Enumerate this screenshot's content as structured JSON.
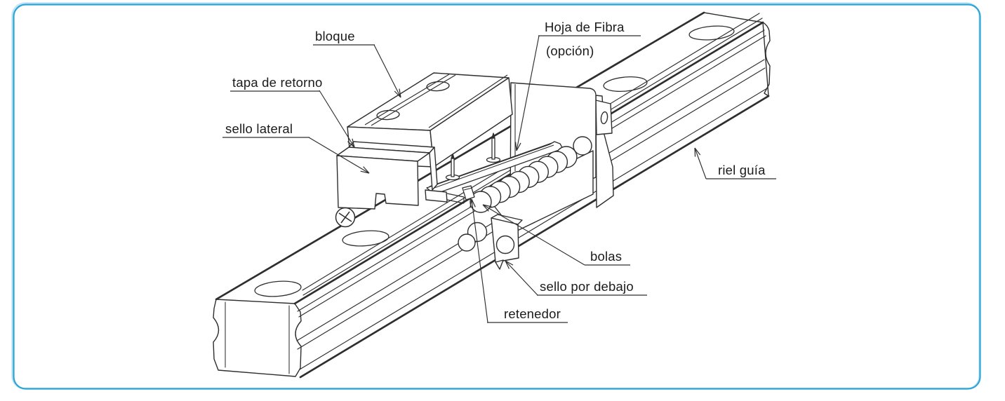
{
  "figure": {
    "type": "technical-line-diagram",
    "subject": "exploded view of a linear motion guide (block on guide rail)",
    "labels": {
      "bloque": "bloque",
      "tapa_de_retorno": "tapa de retorno",
      "sello_lateral": "sello lateral",
      "hoja_de_fibra": "Hoja de Fibra",
      "hoja_de_fibra_nota": "(opción)",
      "riel_guia": "riel guía",
      "bolas": "bolas",
      "sello_por_debajo": "sello por debajo",
      "retenedor": "retenedor"
    },
    "colors": {
      "background": "#ffffff",
      "border": "#2BA4D6",
      "border_highlight": "#BFE4F3",
      "line": "#2e2e2e",
      "text": "#1b1b1b"
    }
  }
}
